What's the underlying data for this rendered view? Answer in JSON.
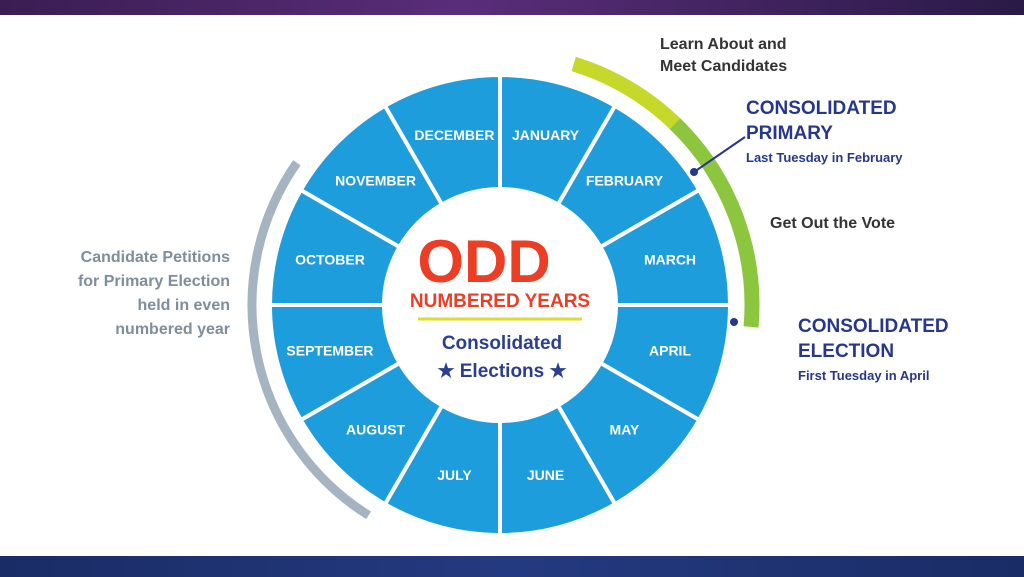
{
  "colors": {
    "segment": "#1e9ddc",
    "segment_stroke": "#ffffff",
    "odd_red": "#ec3d25",
    "navy": "#27378a",
    "arc_gray": "#a4b4c0",
    "arc_yellow": "#c6d92a",
    "arc_green": "#8cc63f",
    "divider": "#e0dc2a"
  },
  "months": [
    "JANUARY",
    "FEBRUARY",
    "MARCH",
    "APRIL",
    "MAY",
    "JUNE",
    "JULY",
    "AUGUST",
    "SEPTEMBER",
    "OCTOBER",
    "NOVEMBER",
    "DECEMBER"
  ],
  "center": {
    "line1": "ODD",
    "line2": "NUMBERED YEARS",
    "line3": "Consolidated",
    "line4": "★ Elections ★"
  },
  "labels": {
    "learn_line1": "Learn About and",
    "learn_line2": "Meet Candidates",
    "primary_title_line1": "CONSOLIDATED",
    "primary_title_line2": "PRIMARY",
    "primary_sub": "Last Tuesday in February",
    "gotv": "Get Out the Vote",
    "election_title_line1": "CONSOLIDATED",
    "election_title_line2": "ELECTION",
    "election_sub": "First Tuesday in April",
    "petitions_line1": "Candidate Petitions",
    "petitions_line2": "for Primary Election",
    "petitions_line3": "held in even",
    "petitions_line4": "numbered year"
  }
}
